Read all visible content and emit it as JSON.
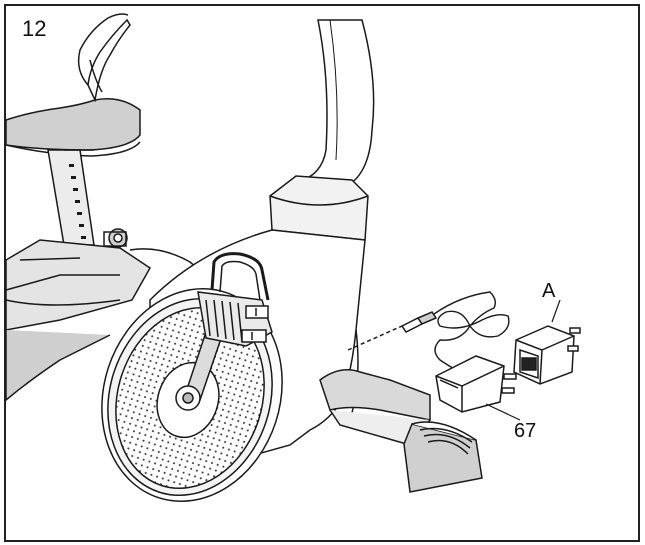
{
  "step": {
    "number": "12"
  },
  "callouts": {
    "adapter_label": "A",
    "power_adapter_label": "67"
  },
  "colors": {
    "line": "#1a1a1a",
    "light_gray": "#e6e6e6",
    "mid_gray": "#bdbdbd",
    "dark_gray": "#555555"
  }
}
